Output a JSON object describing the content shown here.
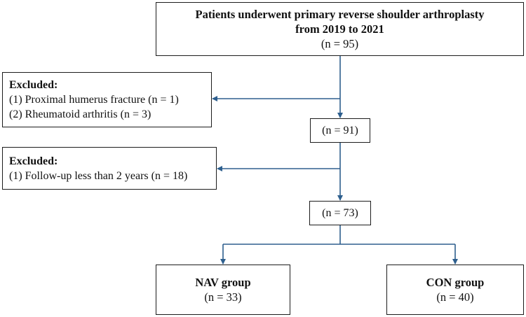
{
  "flowchart": {
    "source": {
      "title_line1": "Patients underwent primary reverse shoulder arthroplasty",
      "title_line2": "from 2019 to 2021",
      "count": "(n = 95)"
    },
    "exclusion_1": {
      "heading": "Excluded:",
      "items": [
        "(1) Proximal humerus fracture (n = 1)",
        "(2) Rheumatoid arthritis (n = 3)"
      ]
    },
    "after_exclusion_1": {
      "count": "(n = 91)"
    },
    "exclusion_2": {
      "heading": "Excluded:",
      "items": [
        "(1) Follow-up less than 2 years (n = 18)"
      ]
    },
    "after_exclusion_2": {
      "count": "(n = 73)"
    },
    "groups": [
      {
        "label": "NAV group",
        "count": "(n = 33)"
      },
      {
        "label": "CON group",
        "count": "(n = 40)"
      }
    ]
  },
  "colors": {
    "arrow": "#2e5f8e",
    "box_border": "#1c1c1c",
    "text": "#111111"
  }
}
